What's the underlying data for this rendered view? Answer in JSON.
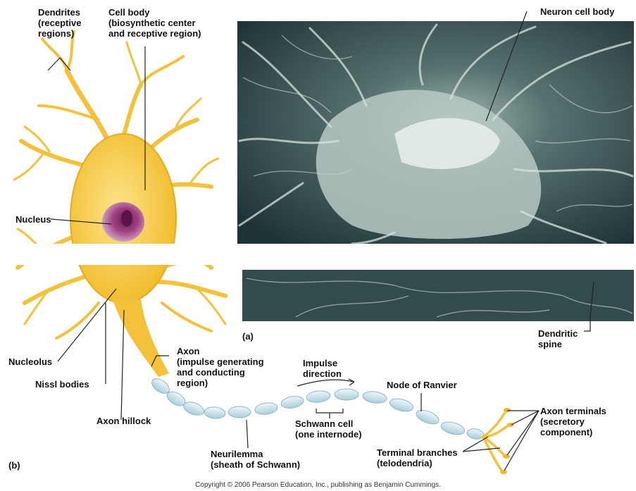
{
  "labels": {
    "dendrites": "Dendrites\n(receptive\nregions)",
    "cell_body": "Cell body\n(biosynthetic center\nand receptive region)",
    "neuron_cell_body": "Neuron cell body",
    "nucleus": "Nucleus",
    "nucleolus": "Nucleolus",
    "nissl_bodies": "Nissl bodies",
    "axon_hillock": "Axon hillock",
    "axon": "Axon\n(impulse generating\nand conducting\nregion)",
    "impulse_direction": "Impulse\ndirection",
    "node_of_ranvier": "Node of Ranvier",
    "schwann_cell": "Schwann cell\n(one internode)",
    "neurilemma": "Neurilemma\n(sheath of Schwann)",
    "terminal_branches": "Terminal branches\n(telodendria)",
    "axon_terminals": "Axon terminals\n(secretory\ncomponent)",
    "dendritic_spine": "Dendritic\nspine",
    "panel_a": "(a)",
    "panel_b": "(b)"
  },
  "copyright": "Copyright © 2006 Pearson Education, Inc., publishing as Benjamin Cummings.",
  "colors": {
    "neuron_yellow": "#f5c842",
    "neuron_light": "#fde58a",
    "nucleus_purple": "#a0407f",
    "myelin": "#cfe7ee",
    "micrograph": "#3e5a5c"
  }
}
